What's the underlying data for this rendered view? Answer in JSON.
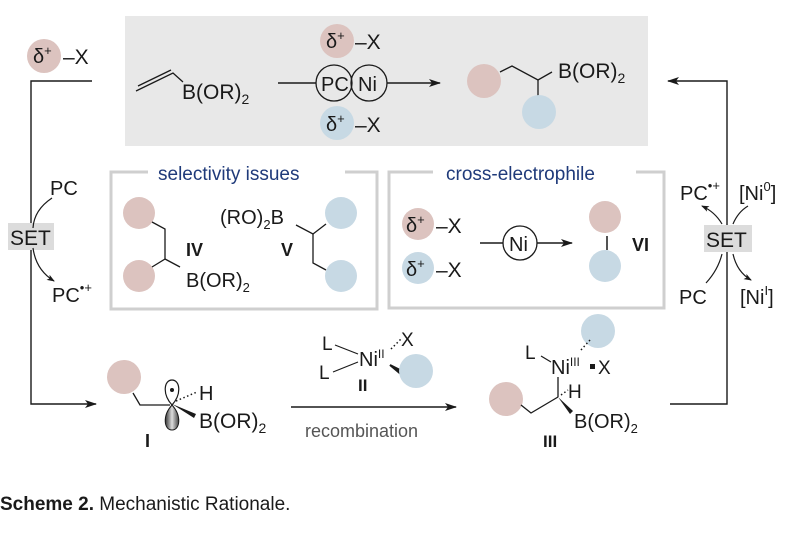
{
  "colors": {
    "pink_circle": "#dcc3bf",
    "blue_circle": "#c7d9e4",
    "highlight_box": "#e8e8e8",
    "panel_border": "#cfcfcf",
    "panel_title": "#1f3a7a",
    "set_box": "#dcdcdc"
  },
  "top_box": {
    "substrate": "B(OR)",
    "substrate_sub": "2",
    "reagent_top": {
      "delta": "δ",
      "charge": "+",
      "leaving": "–X"
    },
    "reagent_bottom": {
      "delta": "δ",
      "charge": "+",
      "leaving": "–X"
    },
    "catalyst_1": "PC",
    "catalyst_2": "Ni",
    "product": "B(OR)",
    "product_sub": "2"
  },
  "left_reagent": {
    "delta": "δ",
    "charge": "+",
    "leaving": "–X"
  },
  "left_set": {
    "label": "SET",
    "in": "PC",
    "out": "PC",
    "out_sup": "•+"
  },
  "right_set": {
    "label": "SET",
    "top_left": "PC",
    "top_left_sup": "•+",
    "top_right": "[Ni",
    "top_right_sup": "0",
    "top_right_close": "]",
    "bottom_left": "PC",
    "bottom_right": "[Ni",
    "bottom_right_sup": "I",
    "bottom_right_close": "]"
  },
  "selectivity_panel": {
    "title": "selectivity issues",
    "iv_boron": "B(OR)",
    "iv_boron_sub": "2",
    "iv_label": "IV",
    "v_boron": "(RO)",
    "v_boron_sub": "2",
    "v_boron_tail": "B",
    "v_label": "V"
  },
  "cross_panel": {
    "title": "cross-electrophile",
    "reagent_1": {
      "delta": "δ",
      "charge": "+",
      "leaving": "–X"
    },
    "reagent_2": {
      "delta": "δ",
      "charge": "+",
      "leaving": "–X"
    },
    "catalyst": "Ni",
    "product_label": "VI"
  },
  "bottom_row": {
    "radical_h": "H",
    "radical_boron": "B(OR)",
    "radical_boron_sub": "2",
    "radical_label": "I",
    "ni_complex": {
      "l1": "L",
      "l2": "L",
      "metal": "Ni",
      "ox": "II",
      "x": "X",
      "label": "II"
    },
    "arrow_label": "recombination",
    "ni3_complex": {
      "l": "L",
      "metal": "Ni",
      "ox": "III",
      "x": "X",
      "h": "H",
      "boron": "B(OR)",
      "boron_sub": "2",
      "label": "III"
    }
  },
  "caption": {
    "bold": "Scheme 2.",
    "text": " Mechanistic Rationale."
  }
}
